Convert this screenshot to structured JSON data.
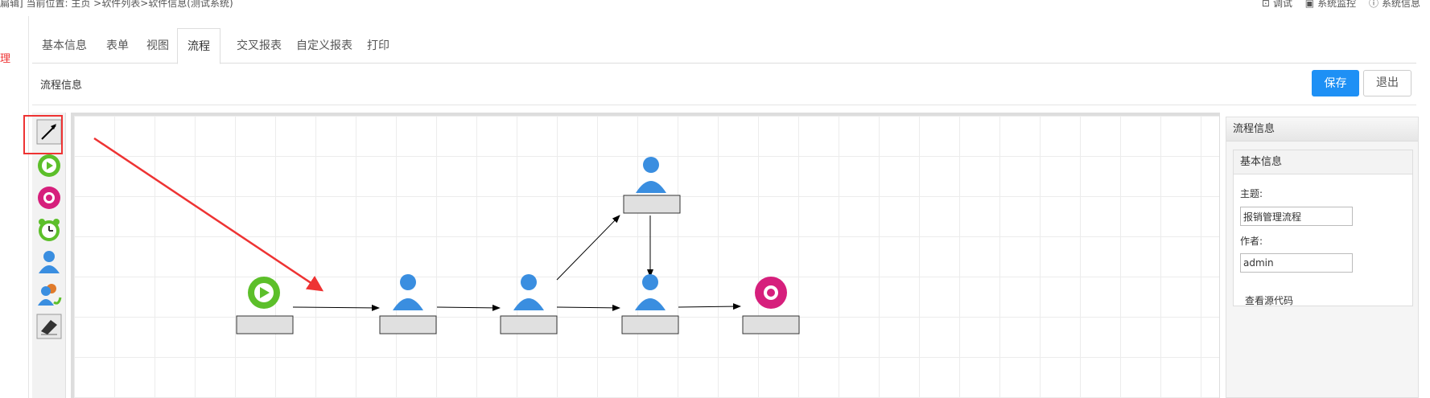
{
  "header": {
    "breadcrumb": "扁辑]   当前位置: 主页 >软件列表>软件信息(测试系统)",
    "right_items": [
      {
        "icon": "debug-icon",
        "label": "调试"
      },
      {
        "icon": "monitor-icon",
        "label": "系统监控"
      },
      {
        "icon": "info-icon",
        "label": "系统信息"
      }
    ]
  },
  "left_edge_text": "理",
  "tabs": [
    {
      "label": "基本信息"
    },
    {
      "label": "表单"
    },
    {
      "label": "视图"
    },
    {
      "label": "流程",
      "active": true
    },
    {
      "label": "交叉报表"
    },
    {
      "label": "自定义报表"
    },
    {
      "label": "打印"
    }
  ],
  "section_title": "流程信息",
  "buttons": {
    "save": "保存",
    "exit": "退出"
  },
  "toolbar": {
    "tools": [
      {
        "icon": "pointer-arrow-icon",
        "selected": true
      },
      {
        "icon": "start-node-icon"
      },
      {
        "icon": "end-node-icon"
      },
      {
        "icon": "timer-node-icon"
      },
      {
        "icon": "user-task-icon"
      },
      {
        "icon": "multi-user-task-icon"
      },
      {
        "icon": "eraser-icon"
      }
    ]
  },
  "flow": {
    "nodes": [
      {
        "id": "start",
        "type": "start",
        "label": ""
      },
      {
        "id": "task1",
        "type": "user",
        "label": ""
      },
      {
        "id": "task2",
        "type": "user",
        "label": ""
      },
      {
        "id": "task3",
        "type": "user",
        "label": ""
      },
      {
        "id": "task4",
        "type": "user",
        "label": ""
      },
      {
        "id": "end",
        "type": "end",
        "label": ""
      }
    ],
    "edges": [
      {
        "from": "start",
        "to": "task1"
      },
      {
        "from": "task1",
        "to": "task2"
      },
      {
        "from": "task2",
        "to": "task3"
      },
      {
        "from": "task2",
        "to": "task4"
      },
      {
        "from": "task4",
        "to": "task3"
      },
      {
        "from": "task3",
        "to": "end"
      }
    ]
  },
  "panel": {
    "title": "流程信息",
    "card_title": "基本信息",
    "subject_label": "主题:",
    "subject_value": "报销管理流程",
    "author_label": "作者:",
    "author_value": "admin",
    "view_source": "查看源代码"
  },
  "colors": {
    "accent": "#1e90f5",
    "annotation": "#e33333"
  }
}
